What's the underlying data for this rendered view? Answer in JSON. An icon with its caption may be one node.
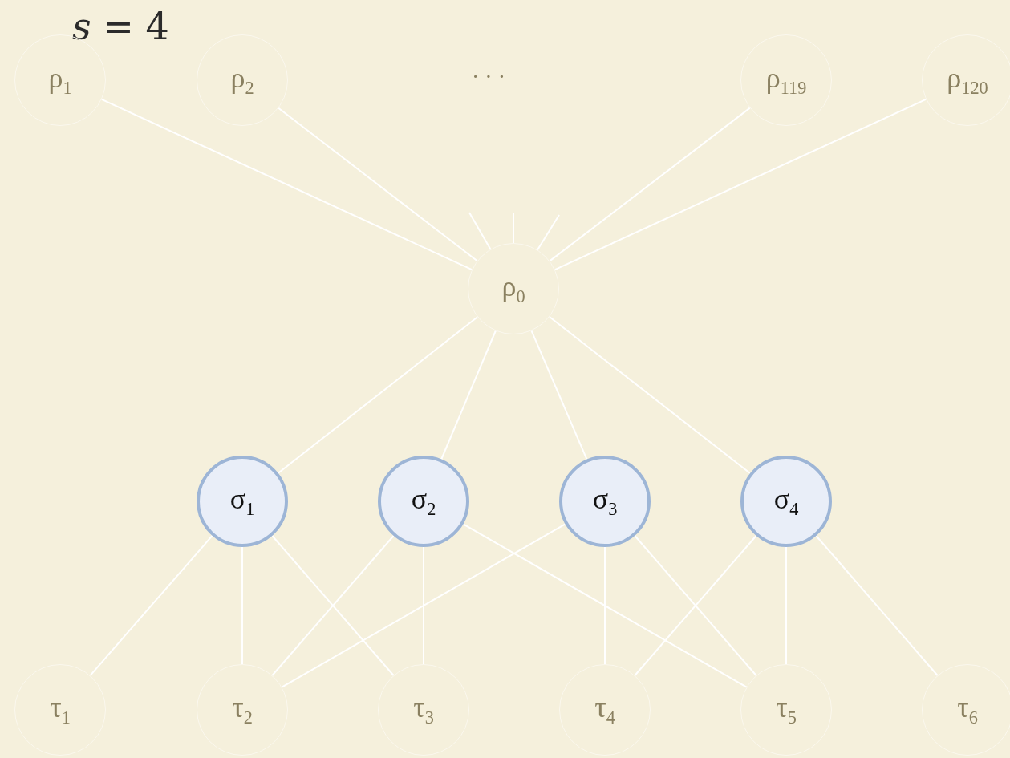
{
  "diagram": {
    "title": "*s* = 4",
    "nodes": [
      {
        "text": [
          "ρ$_{1}$"
        ]
      },
      {
        "text": [
          "ρ$_{2}$"
        ]
      },
      {
        "text": [
          "ρ$_{119}$"
        ]
      },
      {
        "text": [
          "ρ$_{120}$"
        ]
      },
      {
        "text": [
          "ρ$_{0}$"
        ]
      },
      {
        "text": [
          "σ$_{1}$"
        ]
      },
      {
        "text": [
          "σ$_{2}$"
        ]
      },
      {
        "text": [
          "σ$_{3}$"
        ]
      },
      {
        "text": [
          "σ$_{4}$"
        ]
      },
      {
        "text": [
          "τ$_{1}$"
        ]
      },
      {
        "text": [
          "τ$_{2}$"
        ]
      },
      {
        "text": [
          "τ$_{3}$"
        ]
      },
      {
        "text": [
          "τ$_{4}$"
        ]
      },
      {
        "text": [
          "τ$_{5}$"
        ]
      },
      {
        "text": [
          "τ$_{6}$"
        ]
      }
    ],
    "edges": [
      {
        "from": 0,
        "to": 4,
        "arrow": "none"
      },
      {
        "from": 1,
        "to": 4,
        "arrow": "none"
      },
      {
        "from": 2,
        "to": 4,
        "arrow": "none"
      },
      {
        "from": 3,
        "to": 4,
        "arrow": "none"
      },
      {
        "from": 4,
        "to": null,
        "arrow": "none"
      },
      {
        "from": 4,
        "to": null,
        "arrow": "none"
      },
      {
        "from": 4,
        "to": null,
        "arrow": "none"
      },
      {
        "from": 4,
        "to": 5,
        "arrow": "none"
      },
      {
        "from": 4,
        "to": 6,
        "arrow": "none"
      },
      {
        "from": 4,
        "to": 7,
        "arrow": "none"
      },
      {
        "from": 4,
        "to": 8,
        "arrow": "none"
      },
      {
        "from": 5,
        "to": 9,
        "arrow": "none"
      },
      {
        "from": 5,
        "to": 10,
        "arrow": "none"
      },
      {
        "from": 5,
        "to": 11,
        "arrow": "none"
      },
      {
        "from": 6,
        "to": 10,
        "arrow": "none"
      },
      {
        "from": 6,
        "to": 11,
        "arrow": "none"
      },
      {
        "from": 6,
        "to": 13,
        "arrow": "none"
      },
      {
        "from": 7,
        "to": 10,
        "arrow": "none"
      },
      {
        "from": 7,
        "to": 12,
        "arrow": "none"
      },
      {
        "from": 7,
        "to": 13,
        "arrow": "none"
      },
      {
        "from": 8,
        "to": 12,
        "arrow": "none"
      },
      {
        "from": 8,
        "to": 13,
        "arrow": "none"
      },
      {
        "from": 8,
        "to": 14,
        "arrow": "none"
      }
    ],
    "labels": [
      "· · ·"
    ]
  }
}
